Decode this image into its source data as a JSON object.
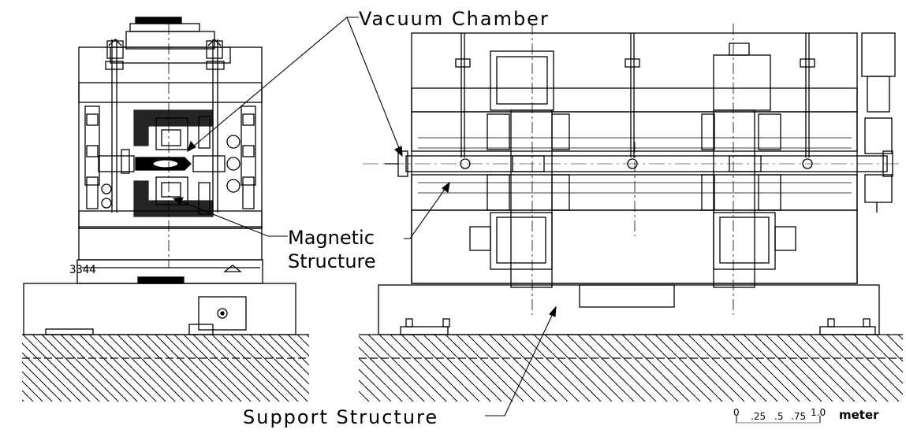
{
  "labels": {
    "vacuum_chamber": "Vacuum Chamber",
    "magnetic_line1": "Magnetic",
    "magnetic_line2": "Structure",
    "support_structure": "Support Structure",
    "plate_id": "3344"
  },
  "scale_bar": {
    "ticks": [
      "0",
      ".25",
      ".5",
      ".75",
      "1.0"
    ],
    "unit": "meter"
  }
}
